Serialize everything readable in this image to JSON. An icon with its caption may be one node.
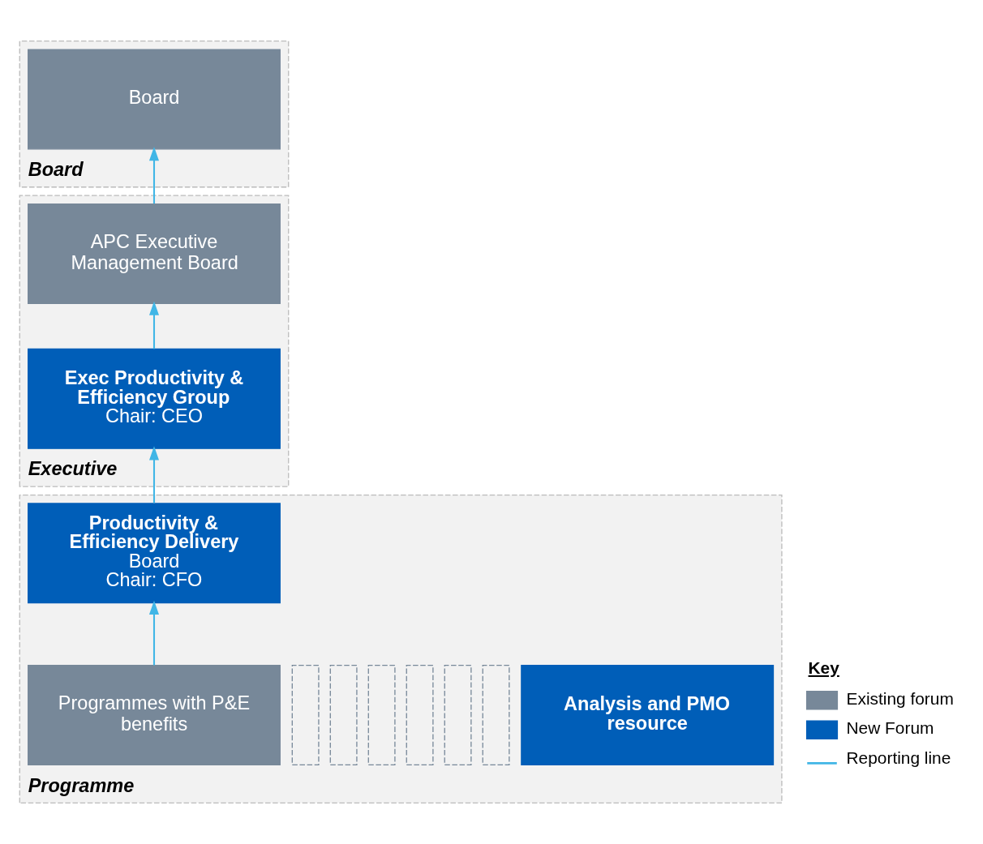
{
  "diagram": {
    "nodes": [
      {
        "text": [
          "Board"
        ]
      },
      {
        "text": [
          "Board"
        ],
        "in": 0
      },
      {
        "text": [
          "Executive"
        ]
      },
      {
        "text": [
          "APC Executive Management Board"
        ],
        "in": 2
      },
      {
        "text": [
          "Exec Productivity & Efficiency Group",
          "Chair: CEO"
        ],
        "in": 2
      },
      {
        "text": [
          "Programme"
        ]
      },
      {
        "text": [
          "Productivity & Efficiency Delivery",
          "Board",
          "Chair: CFO"
        ],
        "in": 5
      },
      {
        "text": [
          "Analysis and PMO resource"
        ],
        "in": 5
      },
      {
        "text": [],
        "shape": "box",
        "in": 5
      },
      {
        "text": [],
        "shape": "box",
        "in": 5
      },
      {
        "text": [],
        "shape": "box",
        "in": 5
      },
      {
        "text": [],
        "shape": "box",
        "in": 5
      },
      {
        "text": [],
        "shape": "box",
        "in": 5
      },
      {
        "text": [],
        "shape": "box",
        "in": 5
      },
      {
        "text": [
          "Programmes with P&E benefits"
        ],
        "in": 5
      }
    ],
    "edges": [
      {
        "from": 14,
        "to": 6,
        "arrow": "to"
      },
      {
        "from": 6,
        "to": 4,
        "arrow": "to"
      },
      {
        "from": 4,
        "to": 3,
        "arrow": "to"
      },
      {
        "from": 3,
        "to": 1,
        "arrow": "to"
      }
    ],
    "labels": [
      "Key"
    ],
    "legend": [
      {
        "text": "Existing forum",
        "color": "#778899"
      },
      {
        "text": "New Forum",
        "color": "#005eb8"
      },
      {
        "text": "Reporting line"
      }
    ]
  }
}
